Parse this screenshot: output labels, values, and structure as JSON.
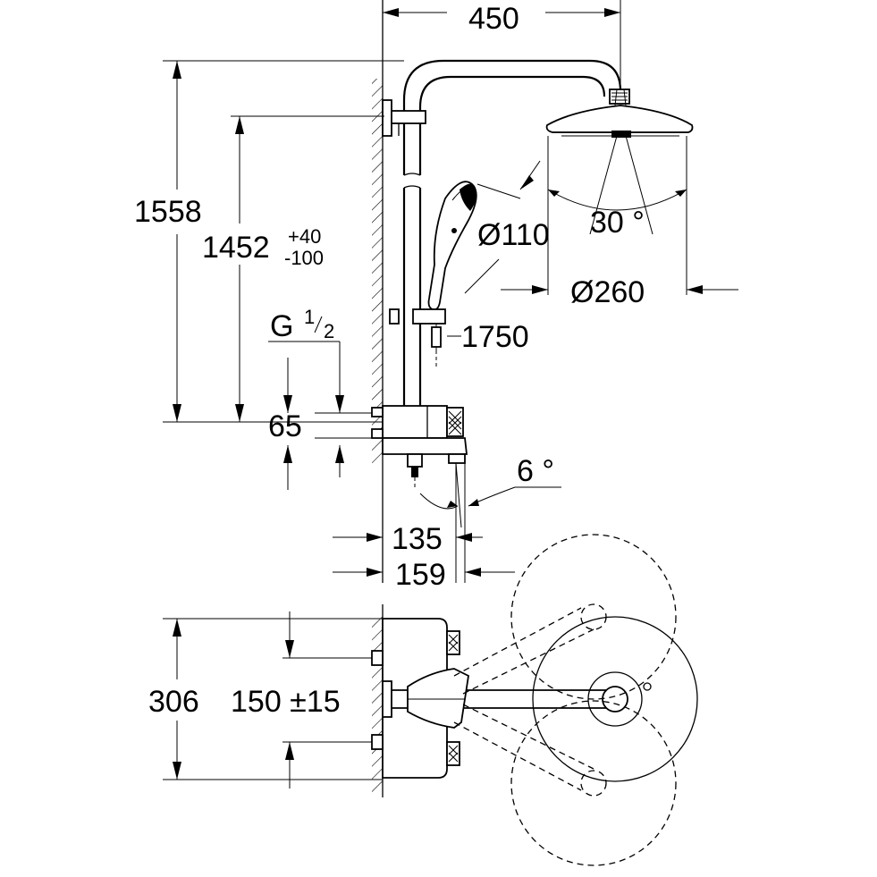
{
  "labels": {
    "width_450": "450",
    "height_1558": "1558",
    "height_1452": "1452",
    "tol_plus": "+40",
    "tol_minus": "-100",
    "thread_g": "G",
    "thread_num": "1",
    "thread_den": "2",
    "dim_65": "65",
    "dia_110": "Ø110",
    "angle_30": "30 °",
    "dia_260": "Ø260",
    "hose_1750": "1750",
    "angle_6": "6 °",
    "dim_135": "135",
    "dim_159": "159",
    "dim_306": "306",
    "dim_150": "150 ±15"
  }
}
